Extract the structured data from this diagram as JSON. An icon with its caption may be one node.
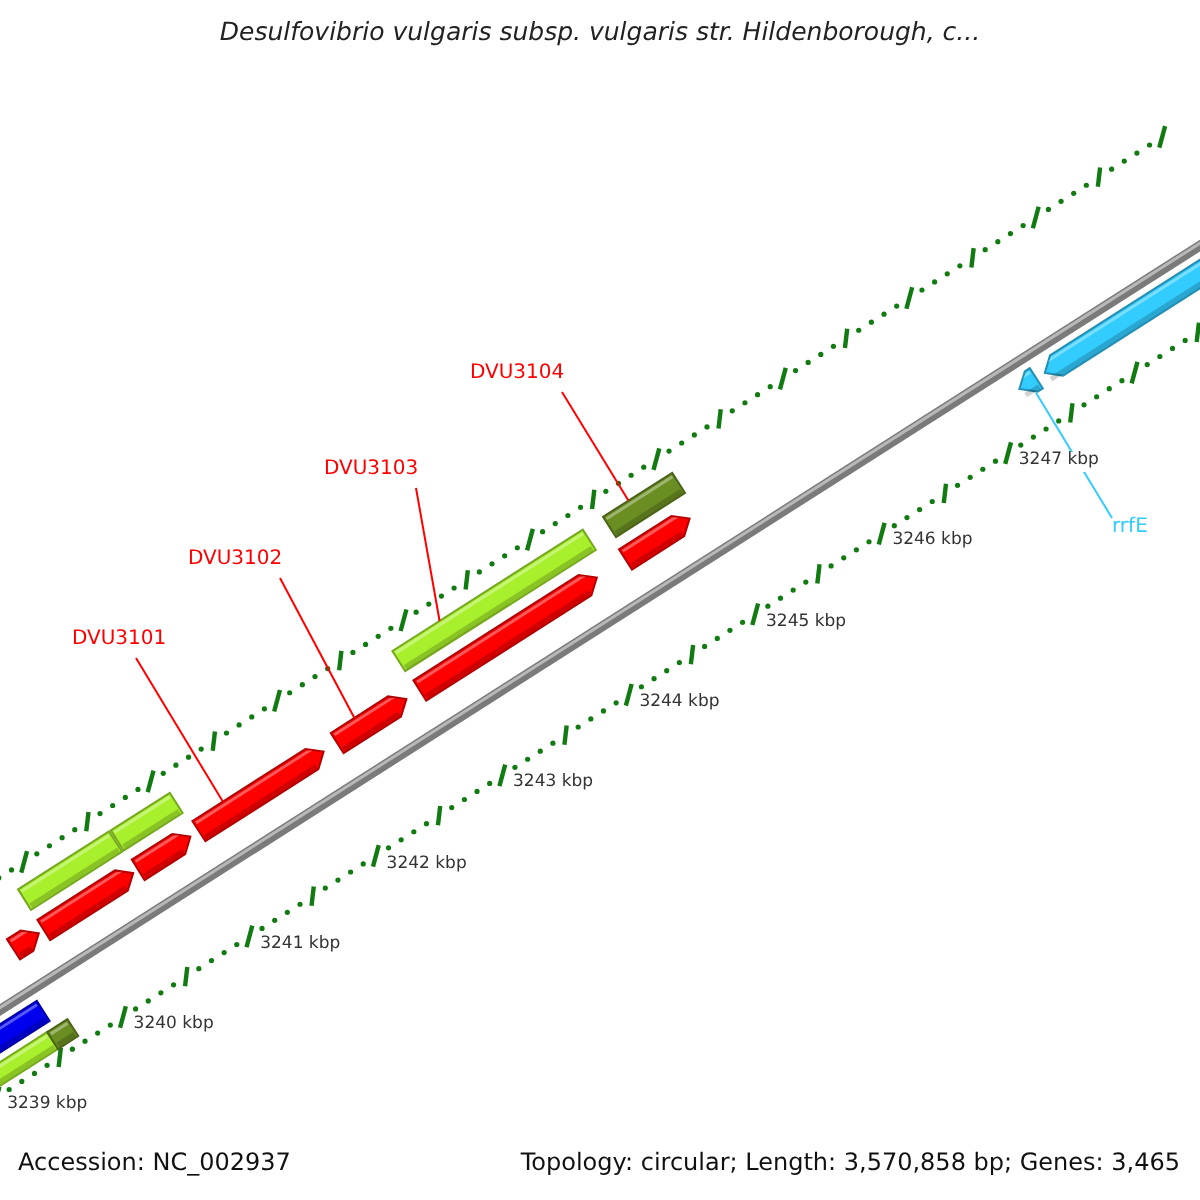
{
  "diagram": {
    "title": "Desulfovibrio vulgaris subsp. vulgaris str. Hildenborough, c...",
    "nodes": [
      {
        "text": [
          "DVU3101"
        ]
      },
      {
        "text": [
          "DVU3102"
        ]
      },
      {
        "text": [
          "DVU3103"
        ]
      },
      {
        "text": [
          "DVU3104"
        ]
      },
      {
        "text": [
          "rrfE"
        ]
      },
      {
        "text": [],
        "shape": "arrow"
      },
      {
        "text": [],
        "shape": "arrow"
      },
      {
        "text": [],
        "shape": "bar"
      },
      {
        "text": [],
        "shape": "bar"
      },
      {
        "text": [],
        "shape": "arrow"
      }
    ],
    "edges": [
      {
        "from": 0,
        "to": 5,
        "arrow": "none"
      },
      {
        "from": 1,
        "to": 6,
        "arrow": "none"
      },
      {
        "from": 2,
        "to": 7,
        "arrow": "none"
      },
      {
        "from": 3,
        "to": 8,
        "arrow": "none"
      },
      {
        "from": 4,
        "to": 9,
        "arrow": "none",
        "color": "#33ccff"
      }
    ],
    "labels": [
      "3247 kbp",
      "3246 kbp",
      "3245 kbp",
      "3244 kbp",
      "3243 kbp",
      "3242 kbp",
      "3241 kbp",
      "3240 kbp",
      "3239 kbp",
      "Accession: NC_002937",
      "Topology: circular; Length: 3,570,858 bp; Genes: 3,465"
    ]
  }
}
